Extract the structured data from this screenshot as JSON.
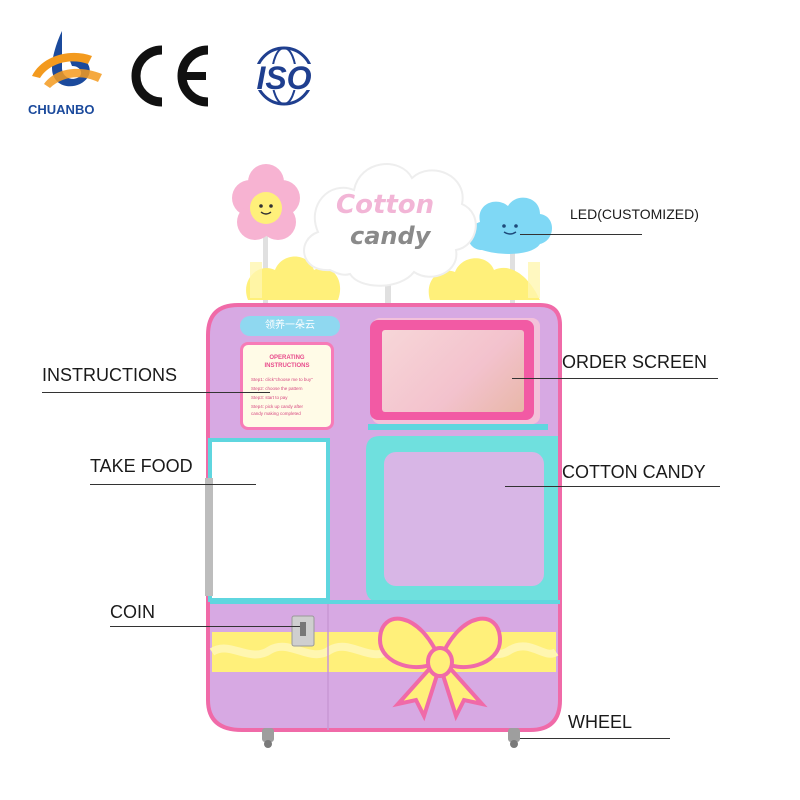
{
  "logos": {
    "brand": "CHUANBO",
    "ce": "CE",
    "iso": "ISO"
  },
  "topper": {
    "line1": "Cotton",
    "line2": "candy"
  },
  "machine": {
    "tag": "领养一朵云",
    "instructions_card": {
      "title_line1": "OPERATING",
      "title_line2": "INSTRUCTIONS",
      "steps": [
        "Step1: click\"choose me to buy\"",
        "Step2: choose the pattern",
        "Step3: start to pay",
        "Step4: pick up candy after",
        "candy making completed"
      ]
    }
  },
  "callouts": {
    "led": "LED(CUSTOMIZED)",
    "instructions": "INSTRUCTIONS",
    "order_screen": "ORDER SCREEN",
    "take_food": "TAKE FOOD",
    "cotton_candy": "COTTON CANDY",
    "coin": "COIN",
    "wheel": "WHEEL"
  },
  "colors": {
    "body": "#d7a9e3",
    "pink": "#f06aa8",
    "teal": "#6fe0de",
    "yellow": "#fff07a",
    "brand_blue": "#1b4a9c",
    "brand_orange": "#f39a1e",
    "iso_blue": "#1f3f8f"
  }
}
